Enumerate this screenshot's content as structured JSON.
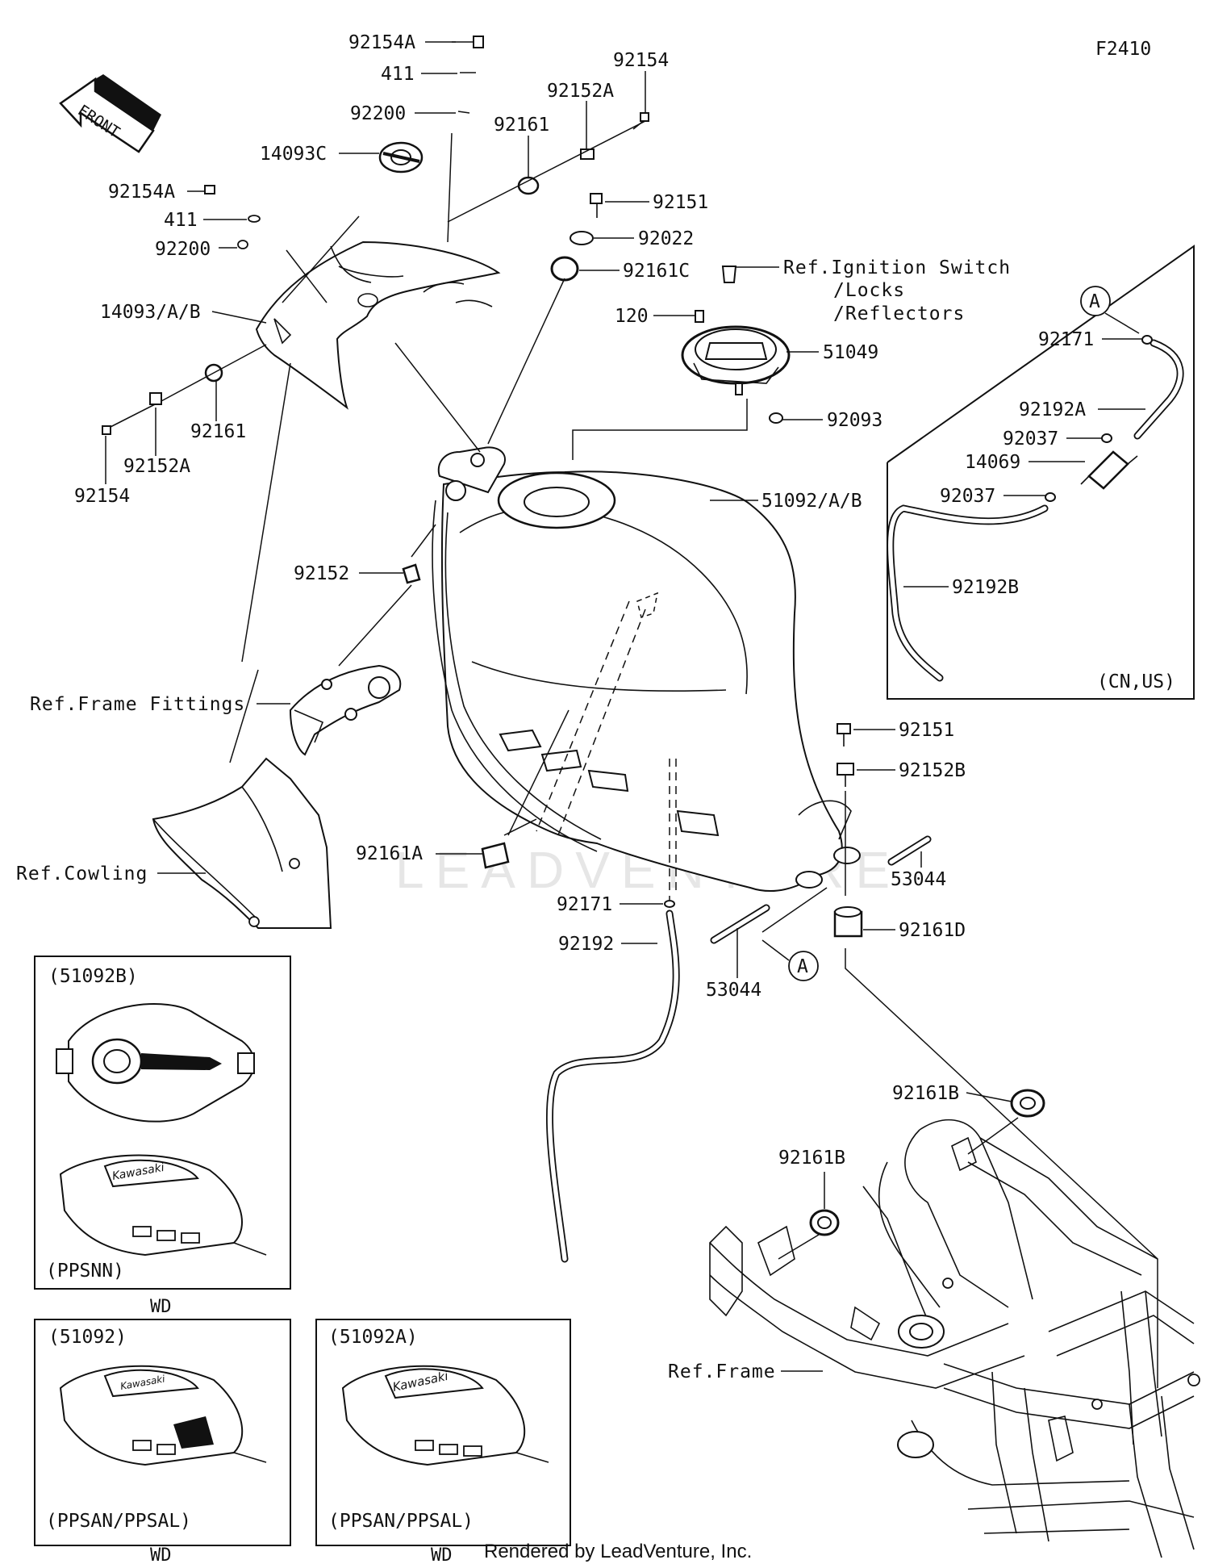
{
  "figure_code": "F2410",
  "front_label": "FRONT",
  "watermark": "LEADVENTURE",
  "footer": "Rendered by LeadVenture, Inc.",
  "callouts": {
    "c1": "92154A",
    "c2": "411",
    "c3": "92200",
    "c4": "92154",
    "c5": "92152A",
    "c6": "92161",
    "c7": "14093C",
    "c8": "92154A",
    "c9": "411",
    "c10": "92200",
    "c11": "92151",
    "c12": "92022",
    "c13": "92161C",
    "c14": "14093/A/B",
    "c15": "120",
    "c16": "51049",
    "c17": "92093",
    "c18": "92161",
    "c19": "92152A",
    "c20": "92154",
    "c21": "51092/A/B",
    "c22": "92152",
    "c23": "92151",
    "c24": "92152B",
    "c25": "53044",
    "c26": "92161A",
    "c27": "92171",
    "c28": "92192",
    "c29": "53044",
    "c30": "92161D",
    "c31": "92161B",
    "c32": "92161B",
    "inset_a1": "92171",
    "inset_a2": "92192A",
    "inset_a3": "92037",
    "inset_a4": "14069",
    "inset_a5": "92037",
    "inset_a6": "92192B"
  },
  "references": {
    "ignition_line1": "Ref.Ignition Switch",
    "ignition_line2": "/Locks",
    "ignition_line3": "/Reflectors",
    "frame_fittings": "Ref.Frame Fittings",
    "cowling": "Ref.Cowling",
    "frame": "Ref.Frame"
  },
  "markers": {
    "a_main": "A",
    "a_inset": "A"
  },
  "inset_region": "(CN,US)",
  "variants": [
    {
      "code": "(51092B)",
      "color": "(PPSNN)",
      "market": "WD",
      "logo": "Kawasaki"
    },
    {
      "code": "(51092)",
      "color": "(PPSAN/PPSAL)",
      "market": "WD",
      "logo": "Kawasaki"
    },
    {
      "code": "(51092A)",
      "color": "(PPSAN/PPSAL)",
      "market": "WD",
      "logo": "Kawasaki"
    }
  ]
}
